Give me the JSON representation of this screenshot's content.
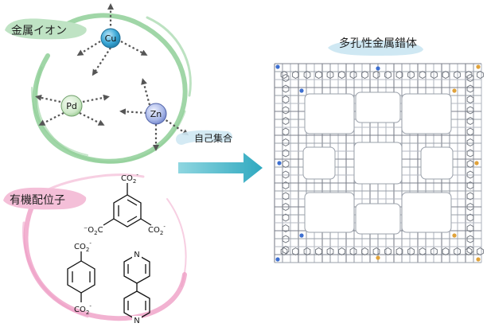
{
  "labels": {
    "metal_ions": "金属イオン",
    "organic_ligands": "有機配位子",
    "self_assembly": "自己集合",
    "mof": "多孔性金属錯体"
  },
  "ions": {
    "cu": "Cu",
    "pd": "Pd",
    "zn": "Zn"
  },
  "chem": {
    "btc_top": "CO",
    "btc_top_sub": "2",
    "btc_top_sup": "-",
    "btc_left": "⁻O",
    "btc_left_sub": "2",
    "btc_left_c": "C",
    "btc_right": "CO",
    "btc_right_sub": "2",
    "btc_right_sup": "-",
    "bdc_top": "CO",
    "bdc_top_sub": "2",
    "bdc_top_sup": "-",
    "bdc_bottom": "CO",
    "bdc_bottom_sub": "2",
    "bdc_bottom_sup": "-",
    "bpy_n_top": "N",
    "bpy_n_bottom": "N"
  },
  "colors": {
    "metal_label_bg": "#bfe3c4",
    "ligand_label_bg": "#f4bfd8",
    "mof_label_bg": "#cfe8f3",
    "arrow_label_bg": "#cfe8f3",
    "green_swirl": "#8fcf98",
    "pink_swirl": "#ef9fc6",
    "big_arrow": "#37b4c8",
    "cu_fill": "#3aa7d6",
    "pd_fill": "#cfe9c9",
    "zn_fill": "#a9b8e8",
    "framework": "#8a8f99"
  }
}
